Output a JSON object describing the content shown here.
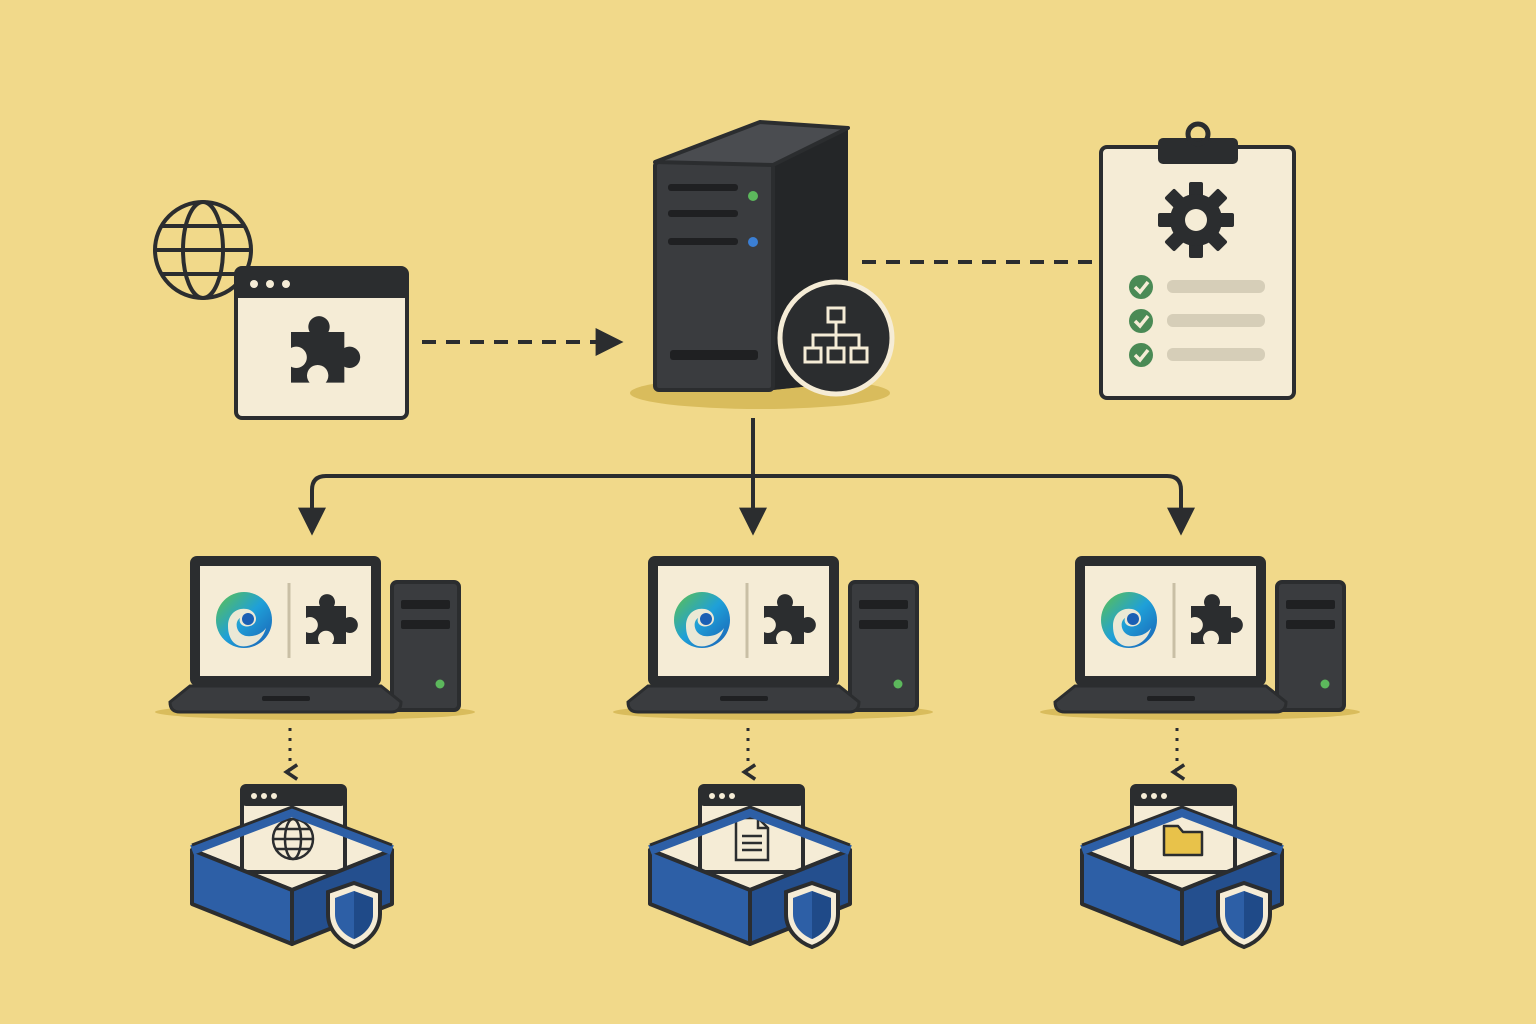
{
  "diagram": {
    "colors": {
      "background": "#f1d98a",
      "ink": "#2b2d2f",
      "server_body": "#3a3c3f",
      "paper": "#f5ecd6",
      "shield_blue": "#2d5fa6",
      "check_green": "#4a8a55",
      "folder_yellow": "#e8c24a",
      "led_green": "#5cb85c",
      "led_blue": "#3b7fd4",
      "edge_blue": "#1a73c9",
      "edge_green": "#5fc24a"
    },
    "nodes": {
      "source": {
        "icons": [
          "globe-icon",
          "browser-window-icon",
          "puzzle-piece-icon"
        ]
      },
      "server": {
        "icons": [
          "server-tower-icon",
          "network-hierarchy-icon"
        ]
      },
      "policy": {
        "icons": [
          "clipboard-icon",
          "gear-icon",
          "checkmark-icon"
        ],
        "checklist_items": 3
      },
      "clients": [
        {
          "icons": [
            "laptop-icon",
            "edge-browser-icon",
            "puzzle-piece-icon",
            "desktop-tower-icon"
          ],
          "sandbox_content_icon": "globe-icon"
        },
        {
          "icons": [
            "laptop-icon",
            "edge-browser-icon",
            "puzzle-piece-icon",
            "desktop-tower-icon"
          ],
          "sandbox_content_icon": "document-icon"
        },
        {
          "icons": [
            "laptop-icon",
            "edge-browser-icon",
            "puzzle-piece-icon",
            "desktop-tower-icon"
          ],
          "sandbox_content_icon": "folder-icon"
        }
      ]
    },
    "connections": [
      {
        "from": "source",
        "to": "server",
        "style": "dashed-arrow"
      },
      {
        "from": "server",
        "to": "policy",
        "style": "dashed-line"
      },
      {
        "from": "server",
        "to": "client-1",
        "style": "solid-arrow"
      },
      {
        "from": "server",
        "to": "client-2",
        "style": "solid-arrow"
      },
      {
        "from": "server",
        "to": "client-3",
        "style": "solid-arrow"
      },
      {
        "from": "client-1",
        "to": "sandbox-1",
        "style": "dotted-arrow"
      },
      {
        "from": "client-2",
        "to": "sandbox-2",
        "style": "dotted-arrow"
      },
      {
        "from": "client-3",
        "to": "sandbox-3",
        "style": "dotted-arrow"
      }
    ]
  }
}
